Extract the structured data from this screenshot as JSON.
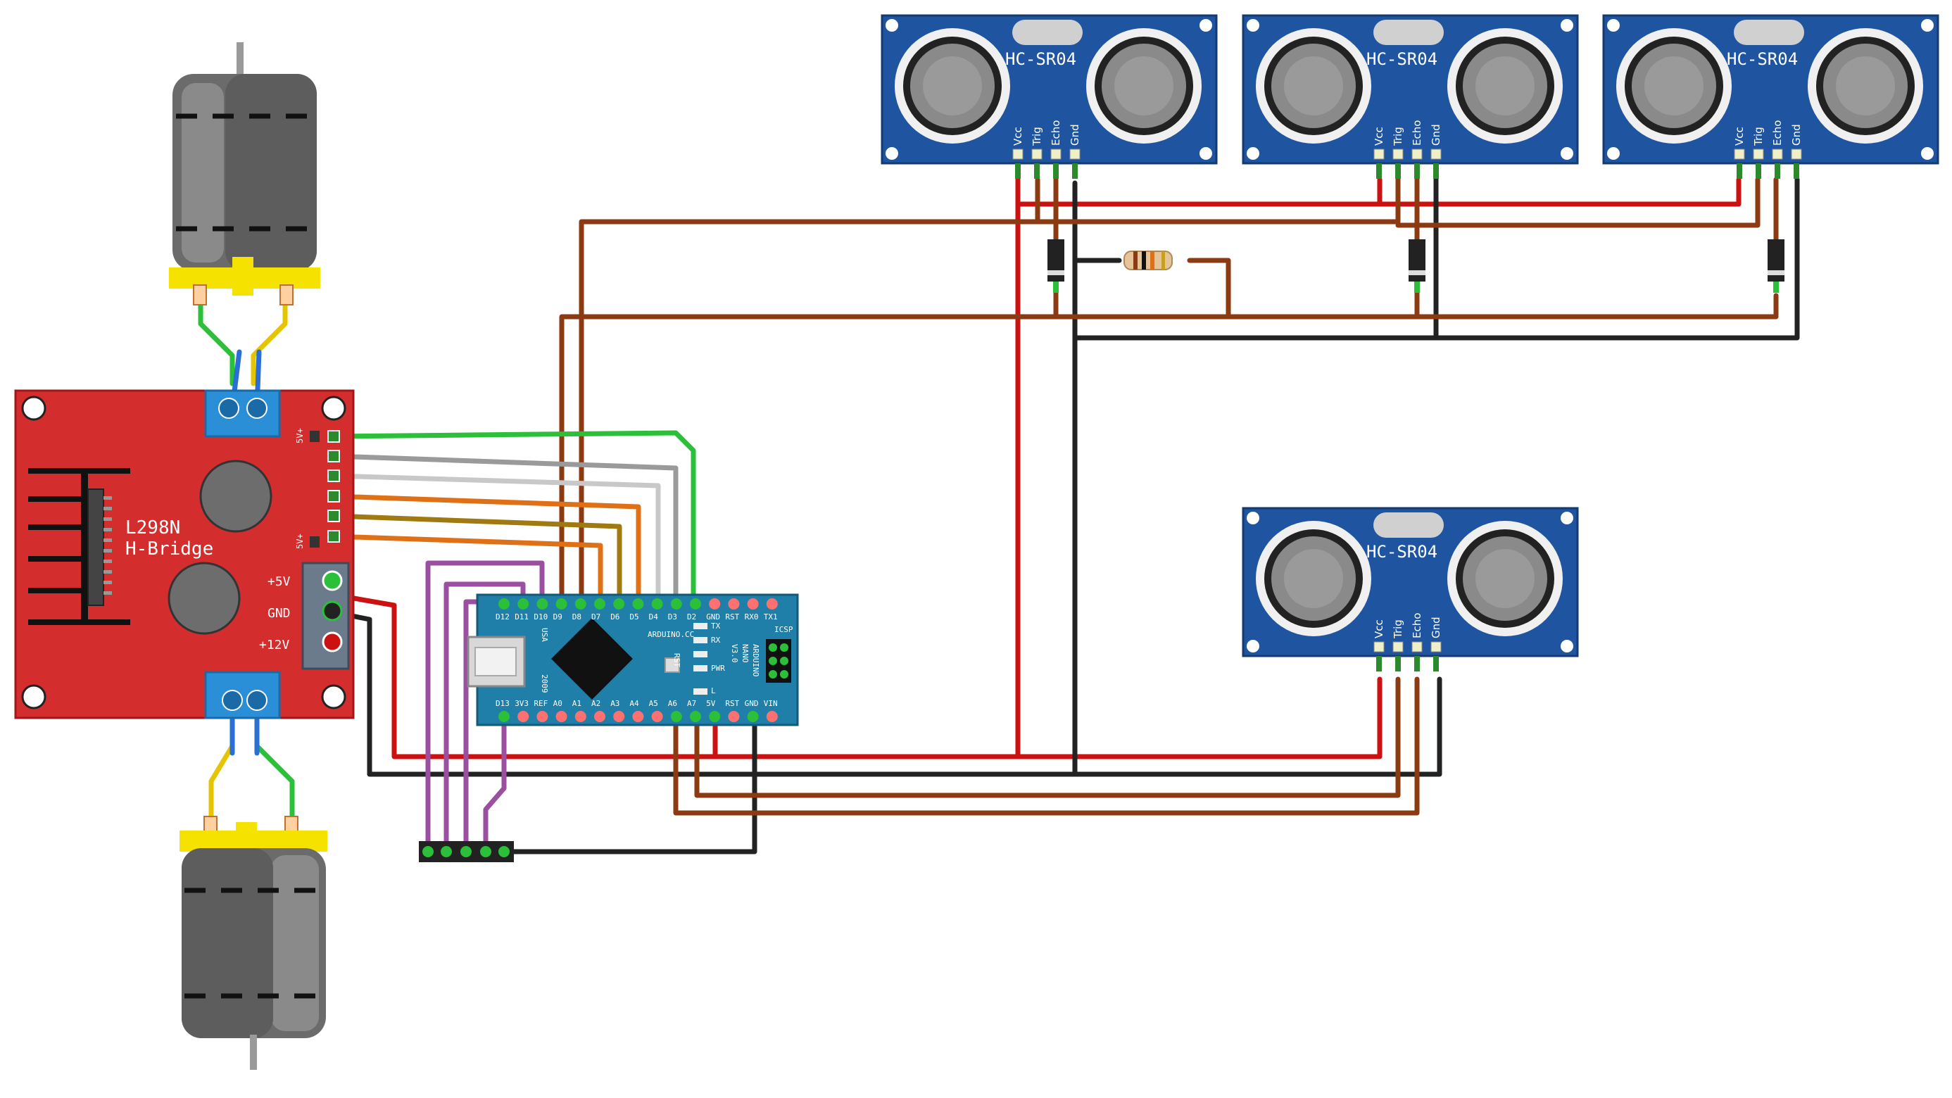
{
  "hbridge": {
    "title": "L298N",
    "subtitle": "H-Bridge",
    "label_5v": "+5V",
    "label_gnd": "GND",
    "label_12v": "+12V",
    "label_5v_a": "5V+",
    "label_5v_b": "5V+"
  },
  "arduino": {
    "top_pins": [
      "D12",
      "D11",
      "D10",
      "D9",
      "D8",
      "D7",
      "D6",
      "D5",
      "D4",
      "D3",
      "D2",
      "GND",
      "RST",
      "RX0",
      "TX1"
    ],
    "bottom_pins": [
      "D13",
      "3V3",
      "REF",
      "A0",
      "A1",
      "A2",
      "A3",
      "A4",
      "A5",
      "A6",
      "A7",
      "5V",
      "RST",
      "GND",
      "VIN"
    ],
    "brand": "ARDUINO.CC",
    "name_line1": "ARDUINO",
    "name_line2": "NANO",
    "version": "V3.0",
    "usa": "USA",
    "year": "2009",
    "rst": "RST",
    "icsp": "ICSP",
    "led_tx": "TX",
    "led_rx": "RX",
    "led_pwr": "PWR",
    "led_l": "L"
  },
  "sensors": [
    {
      "title": "HC-SR04",
      "pins": [
        "Vcc",
        "Trig",
        "Echo",
        "Gnd"
      ]
    },
    {
      "title": "HC-SR04",
      "pins": [
        "Vcc",
        "Trig",
        "Echo",
        "Gnd"
      ]
    },
    {
      "title": "HC-SR04",
      "pins": [
        "Vcc",
        "Trig",
        "Echo",
        "Gnd"
      ]
    },
    {
      "title": "HC-SR04",
      "pins": [
        "Vcc",
        "Trig",
        "Echo",
        "Gnd"
      ]
    }
  ],
  "colors": {
    "wire_red": "#cc1111",
    "wire_black": "#222222",
    "wire_brown": "#8b3a12",
    "wire_green": "#2bbf3a",
    "wire_gray": "#9a9a9a",
    "wire_orange": "#e07016",
    "wire_olive": "#a07a10",
    "wire_purple": "#9b4fa0",
    "hbridge_board": "#d42d2d",
    "sensor_board": "#1f55a0",
    "arduino_board": "#1f7fa8",
    "motor_body": "#6b6b6b",
    "motor_cap": "#f5e200",
    "terminal_block": "#2a8fd6"
  }
}
